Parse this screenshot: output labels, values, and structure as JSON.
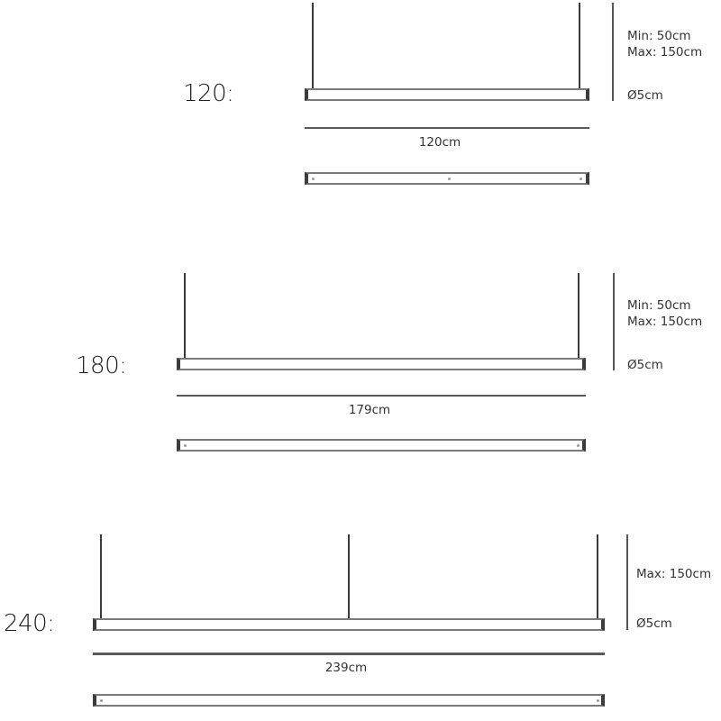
{
  "diagram": {
    "type": "product-dimension-drawing",
    "models": [
      {
        "label": "120:",
        "length_label": "120cm",
        "suspension_note_min": "Min: 50cm",
        "suspension_note_max": "Max: 150cm",
        "diameter_label": "Ø5cm",
        "wire_count": 2,
        "bottom_view_dots": 3
      },
      {
        "label": "180:",
        "length_label": "179cm",
        "suspension_note_min": "Min: 50cm",
        "suspension_note_max": "Max: 150cm",
        "diameter_label": "Ø5cm",
        "wire_count": 2,
        "bottom_view_dots": 2
      },
      {
        "label": "240:",
        "length_label": "239cm",
        "suspension_note_max": "Max: 150cm",
        "diameter_label": "Ø5cm",
        "wire_count": 3,
        "bottom_view_dots": 2
      }
    ],
    "colors": {
      "background": "#ffffff",
      "line": "#3a3a3a",
      "bar_edge": "#7a7a7a",
      "text": "#333333"
    }
  }
}
